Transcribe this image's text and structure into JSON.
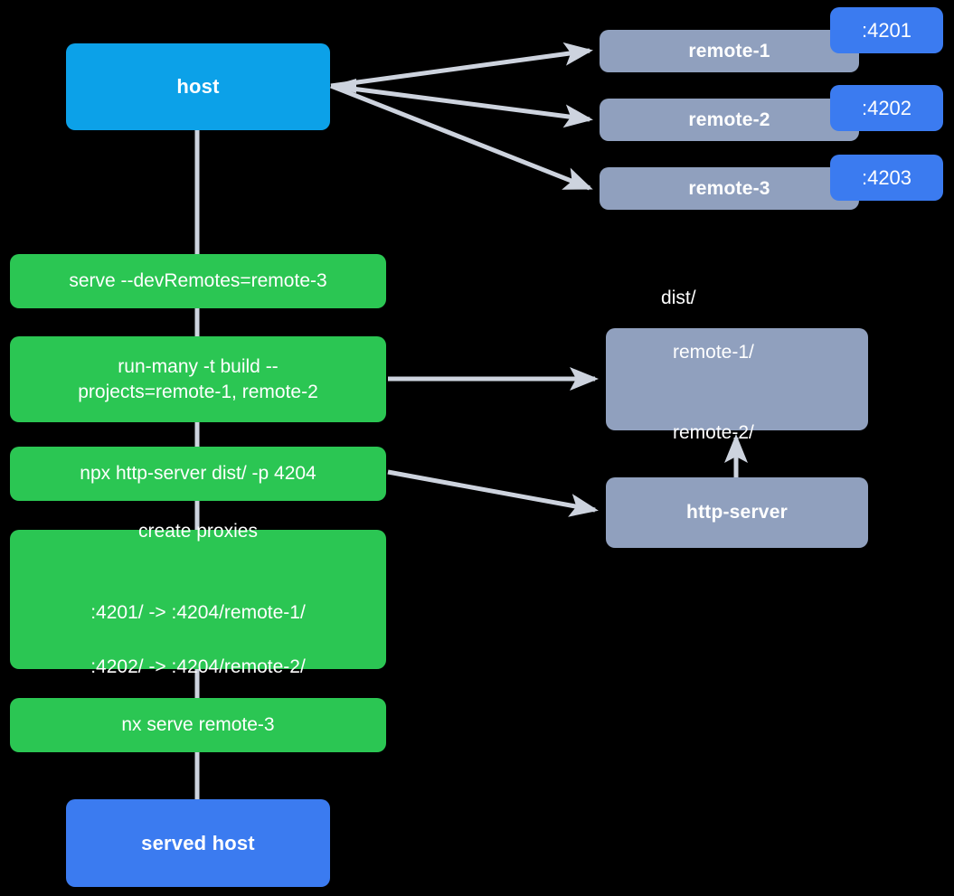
{
  "diagram": {
    "title": "Nx module federation serve flow",
    "background": "#000000",
    "colors": {
      "host": "#0CA1E8",
      "served_host": "#3B7BF0",
      "remote": "#90A0BE",
      "command": "#2BC653",
      "port_badge": "#3B7BF0",
      "edge": "#CDD3DE",
      "text": "#FFFFFF"
    }
  },
  "nodes": {
    "host": {
      "label": "host"
    },
    "remotes": [
      {
        "label": "remote-1",
        "port": ":4201"
      },
      {
        "label": "remote-2",
        "port": ":4202"
      },
      {
        "label": "remote-3",
        "port": ":4203"
      }
    ],
    "commands": [
      {
        "id": "serve",
        "label": "serve --devRemotes=remote-3"
      },
      {
        "id": "run-many",
        "label": "run-many -t build --\nprojects=remote-1, remote-2"
      },
      {
        "id": "http-server-cmd",
        "label": "npx http-server dist/ -p 4204"
      },
      {
        "id": "create-proxies",
        "title": "create proxies",
        "lines": [
          ":4201/ -> :4204/remote-1/",
          ":4202/ -> :4204/remote-2/"
        ]
      },
      {
        "id": "nx-serve",
        "label": "nx serve remote-3"
      }
    ],
    "dist": {
      "root": "dist/",
      "children": [
        "remote-1/",
        "remote-2/"
      ]
    },
    "http_server": {
      "label": "http-server"
    },
    "served_host": {
      "label": "served host"
    }
  },
  "edges": [
    {
      "from": "host",
      "to": "remote-1"
    },
    {
      "from": "host",
      "to": "remote-2"
    },
    {
      "from": "host",
      "to": "remote-3"
    },
    {
      "from": "host",
      "to": "serve"
    },
    {
      "from": "serve",
      "to": "run-many"
    },
    {
      "from": "run-many",
      "to": "http-server-cmd"
    },
    {
      "from": "run-many",
      "to": "dist"
    },
    {
      "from": "http-server-cmd",
      "to": "create-proxies"
    },
    {
      "from": "http-server-cmd",
      "to": "http-server"
    },
    {
      "from": "http-server",
      "to": "dist"
    },
    {
      "from": "create-proxies",
      "to": "nx-serve"
    },
    {
      "from": "nx-serve",
      "to": "served-host"
    }
  ]
}
